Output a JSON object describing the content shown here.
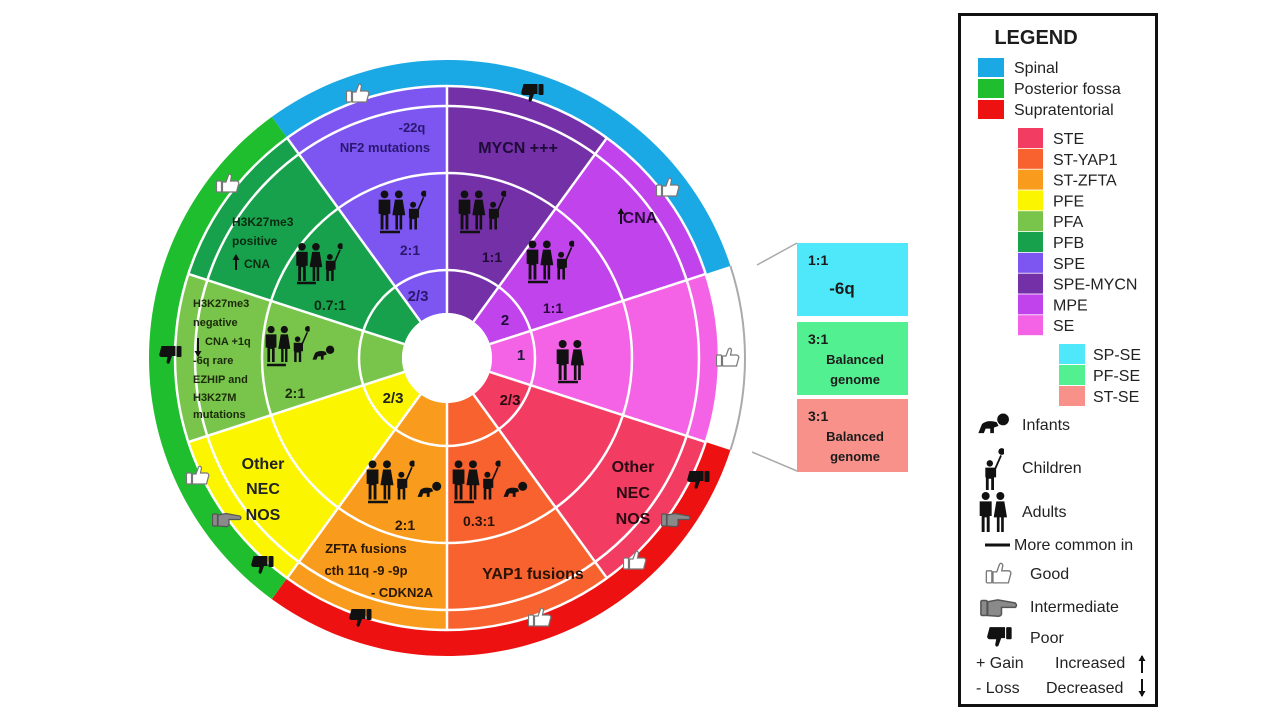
{
  "legend": {
    "title": "LEGEND",
    "regions": [
      {
        "label": "Spinal",
        "color": "#1ba9e6"
      },
      {
        "label": "Posterior fossa",
        "color": "#1fbe2e"
      },
      {
        "label": "Supratentorial",
        "color": "#ee1111"
      }
    ],
    "subtypes": [
      {
        "label": "STE",
        "color": "#f23c62"
      },
      {
        "label": "ST-YAP1",
        "color": "#f8622e"
      },
      {
        "label": "ST-ZFTA",
        "color": "#f99b1c"
      },
      {
        "label": "PFE",
        "color": "#fbf600"
      },
      {
        "label": "PFA",
        "color": "#79c54b"
      },
      {
        "label": "PFB",
        "color": "#18a14c"
      },
      {
        "label": "SPE",
        "color": "#7d55f0"
      },
      {
        "label": "SPE-MYCN",
        "color": "#7430a6"
      },
      {
        "label": "MPE",
        "color": "#c043ec"
      },
      {
        "label": "SE",
        "color": "#f463e6"
      }
    ],
    "se_types": [
      {
        "label": "SP-SE",
        "color": "#4ee8fa"
      },
      {
        "label": "PF-SE",
        "color": "#52f091"
      },
      {
        "label": "ST-SE",
        "color": "#f7918a"
      }
    ],
    "age": {
      "infants": "Infants",
      "children": "Children",
      "adults": "Adults",
      "more_common": "More common in"
    },
    "prognosis": {
      "good": "Good",
      "intermediate": "Intermediate",
      "poor": "Poor"
    },
    "notation": {
      "gain": "+ Gain",
      "loss": "- Loss",
      "increased": "Increased",
      "decreased": "Decreased"
    }
  },
  "wheel": {
    "SPE": {
      "lines": [
        "-22q",
        "NF2 mutations"
      ],
      "ratio": "2:1",
      "freq": "2/3",
      "prognosis": [
        "good"
      ]
    },
    "MYCN": {
      "lines": [
        "MYCN +++"
      ],
      "ratio": "1:1",
      "freq": "2",
      "prognosis": [
        "poor"
      ]
    },
    "MPE": {
      "lines": [
        "CNA"
      ],
      "ratio": "1:1",
      "prognosis": [
        "good"
      ]
    },
    "SE": {
      "freq": "1",
      "prognosis": [
        "good"
      ]
    },
    "STE": {
      "lines": [
        "Other",
        "NEC",
        "NOS"
      ],
      "freq": "2/3",
      "prognosis": [
        "poor",
        "intermediate",
        "good"
      ]
    },
    "YAP1": {
      "lines": [
        "YAP1 fusions"
      ],
      "ratio": "0.3:1",
      "prognosis": [
        "good"
      ]
    },
    "ZFTA": {
      "lines": [
        "ZFTA fusions",
        "cth 11q  -9   -9p",
        "- CDKN2A"
      ],
      "ratio": "2:1",
      "prognosis": [
        "poor"
      ]
    },
    "PFE": {
      "lines": [
        "Other",
        "NEC",
        "NOS"
      ],
      "freq": "2/3",
      "prognosis": [
        "good",
        "intermediate",
        "poor"
      ]
    },
    "PFA": {
      "lines": [
        "H3K27me3",
        "negative",
        "CNA +1q",
        "-6q  rare",
        "EZHIP and",
        "H3K27M",
        "mutations"
      ],
      "ratio": "2:1",
      "prognosis": [
        "poor"
      ]
    },
    "PFB": {
      "lines": [
        "H3K27me3",
        "positive",
        "CNA"
      ],
      "ratio": "0.7:1",
      "prognosis": [
        "good"
      ]
    }
  },
  "se_boxes": [
    {
      "ratio": "1:1",
      "lines": [
        "-6q"
      ]
    },
    {
      "ratio": "3:1",
      "lines": [
        "Balanced",
        "genome"
      ]
    },
    {
      "ratio": "3:1",
      "lines": [
        "Balanced",
        "genome"
      ]
    }
  ]
}
